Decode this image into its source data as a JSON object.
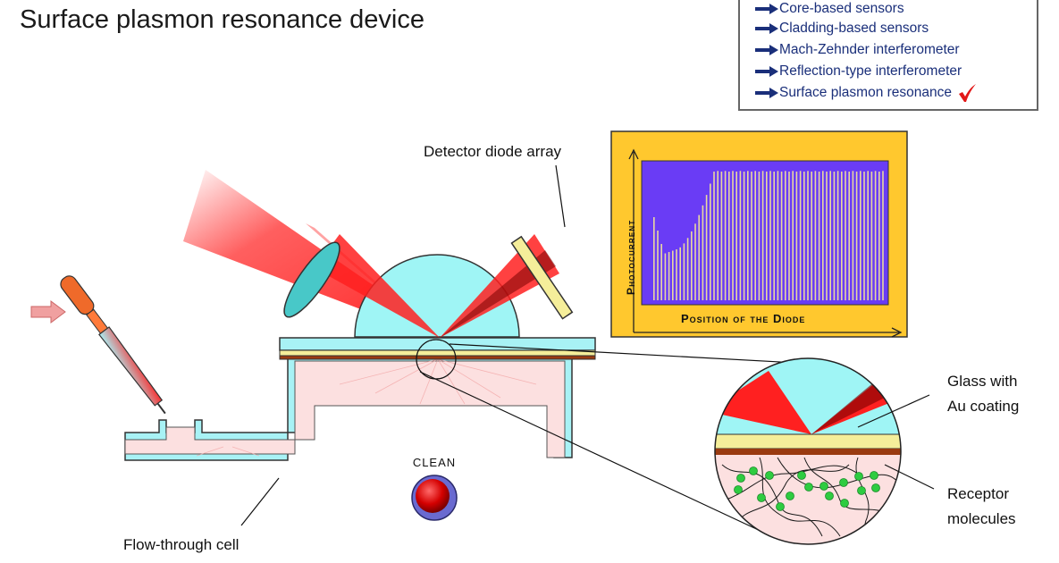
{
  "page": {
    "title": "Surface plasmon resonance device"
  },
  "menu": {
    "items": [
      {
        "label": "Core-based sensors",
        "selected": false
      },
      {
        "label": "Cladding-based sensors",
        "selected": false
      },
      {
        "label": "Mach-Zehnder interferometer",
        "selected": false
      },
      {
        "label": "Reflection-type interferometer",
        "selected": false
      },
      {
        "label": "Surface plasmon resonance",
        "selected": true
      }
    ],
    "arrow_icon": "right-arrow-icon",
    "check_icon": "checkmark-icon",
    "colors": {
      "text": "#1a2f7a",
      "arrow": "#1a2f7a",
      "check": "#e21818",
      "border": "#666666"
    }
  },
  "diagram": {
    "labels": {
      "detector": "Detector diode array",
      "flow_cell": "Flow-through cell",
      "glass": "Glass with\nAu coating",
      "receptor": "Receptor\nmolecules",
      "clean": "CLEAN"
    },
    "colors": {
      "laser": "#ff2a2a",
      "prism": "#9ff5f5",
      "gold": "#f5ee9a",
      "gold_dark": "#9a3a10",
      "fluid": "#fce0e0",
      "cell_wall": "#a8f2f5",
      "molecule": "#2ecc40"
    }
  },
  "graph_panel": {
    "ylabel": "Photocurrent",
    "xlabel": "Position of the Diode",
    "colors": {
      "frame": "#ffc82e",
      "plot_bg": "#6a3cf5",
      "bars": "#e8d8a0"
    }
  }
}
